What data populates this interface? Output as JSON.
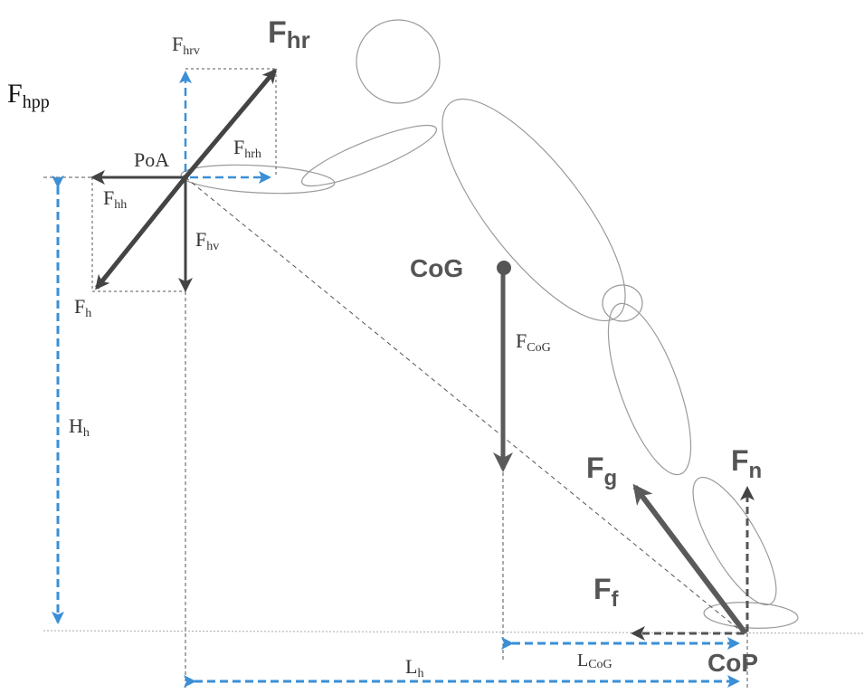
{
  "labels": {
    "f_hpp": {
      "main": "F",
      "sub": "hpp"
    },
    "f_hrv": {
      "main": "F",
      "sub": "hrv"
    },
    "f_hr": {
      "main": "F",
      "sub": "hr"
    },
    "f_hrh": {
      "main": "F",
      "sub": "hrh"
    },
    "poa": "PoA",
    "f_hh": {
      "main": "F",
      "sub": "hh"
    },
    "f_hv": {
      "main": "F",
      "sub": "hv"
    },
    "f_h": {
      "main": "F",
      "sub": "h"
    },
    "h_h": {
      "main": "H",
      "sub": "h"
    },
    "cog": "CoG",
    "f_cog": {
      "main": "F",
      "sub": "CoG"
    },
    "f_g": {
      "main": "F",
      "sub": "g"
    },
    "f_n": {
      "main": "F",
      "sub": "n"
    },
    "f_f": {
      "main": "F",
      "sub": "f"
    },
    "cop": "CoP",
    "l_h": {
      "main": "L",
      "sub": "h"
    },
    "l_cog": {
      "main": "L",
      "sub": "CoG"
    }
  },
  "colors": {
    "force_dark": "#444444",
    "force_grey": "#5a5a5a",
    "dimension_blue": "#3a8fd6",
    "guide_line": "#555555",
    "body_outline": "#9a9a9a"
  }
}
